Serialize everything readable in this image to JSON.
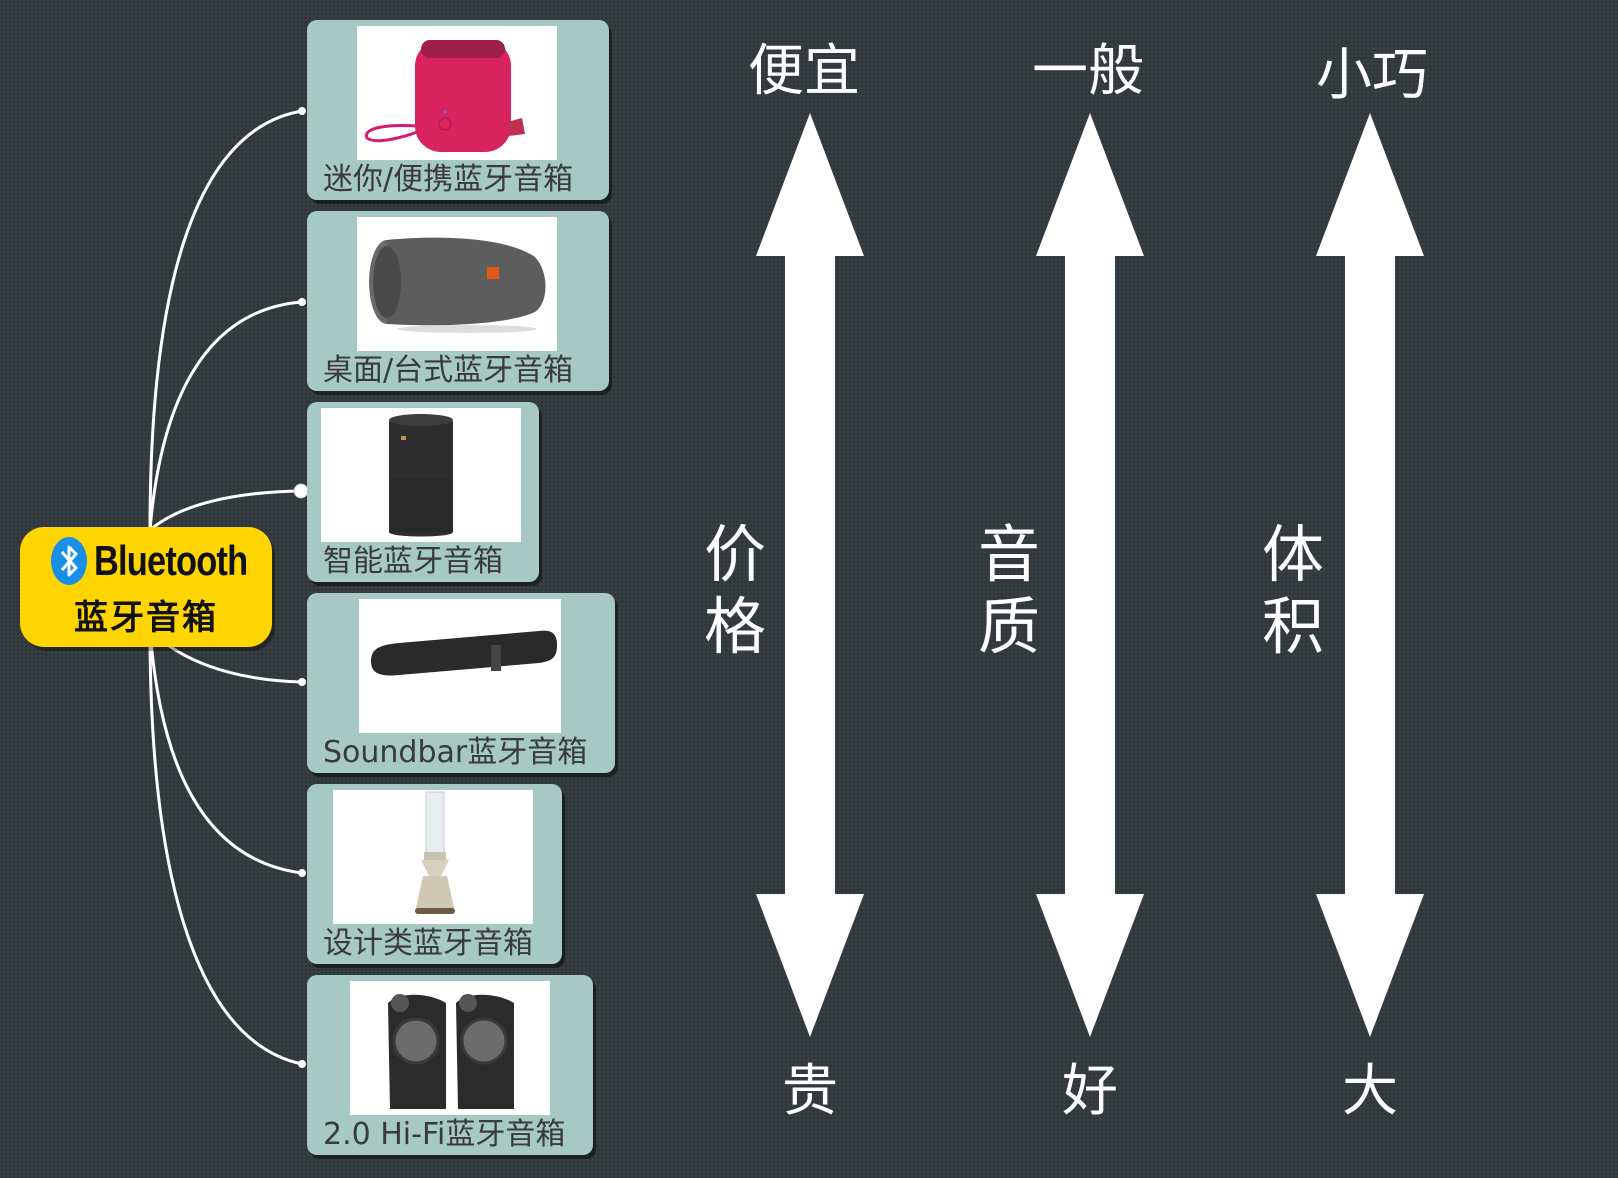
{
  "root": {
    "title": "Bluetooth",
    "subtitle": "蓝牙音箱",
    "icon": "bluetooth-icon",
    "color": "#ffd500"
  },
  "categories": [
    {
      "label": "迷你/便携蓝牙音箱",
      "image": "pink-cube-speaker"
    },
    {
      "label": "桌面/台式蓝牙音箱",
      "image": "gray-cylinder-speaker"
    },
    {
      "label": "智能蓝牙音箱",
      "image": "black-smart-speaker"
    },
    {
      "label": "Soundbar蓝牙音箱",
      "image": "black-soundbar"
    },
    {
      "label": "设计类蓝牙音箱",
      "image": "glass-tube-speaker"
    },
    {
      "label": "2.0 Hi-Fi蓝牙音箱",
      "image": "pair-hifi-speakers"
    }
  ],
  "card_color": "#a6c9c3",
  "axes": [
    {
      "name_top": "价",
      "name_bottom": "格",
      "top_label": "便宜",
      "bottom_label": "贵"
    },
    {
      "name_top": "音",
      "name_bottom": "质",
      "top_label": "一般",
      "bottom_label": "好"
    },
    {
      "name_top": "体",
      "name_bottom": "积",
      "top_label": "小巧",
      "bottom_label": "大"
    }
  ],
  "background": "#363d41"
}
